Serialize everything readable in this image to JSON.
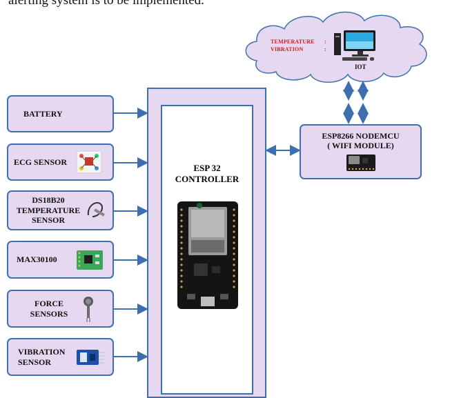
{
  "header_fragment": "alerting system is to be implemented.",
  "inputs": [
    {
      "label": "BATTERY"
    },
    {
      "label": "ECG SENSOR"
    },
    {
      "label": "DS18B20 TEMPERATURE SENSOR"
    },
    {
      "label": "MAX30100"
    },
    {
      "label": "FORCE SENSORS"
    },
    {
      "label": "VIBRATION SENSOR"
    }
  ],
  "controller": {
    "line1": "ESP 32",
    "line2": "CONTROLLER"
  },
  "wifi": {
    "line1": "ESP8266 NODEMCU",
    "line2": "( WIFI MODULE)"
  },
  "cloud": {
    "temperature": "TEMPERATURE",
    "vibration": "VIBRATION",
    "sep": ":",
    "iot": "IOT"
  },
  "colors": {
    "box_fill": "#e6d8f1",
    "border": "#3d6fb0",
    "arrow": "#3d6fb0",
    "cloud_text": "#d21b1b"
  }
}
